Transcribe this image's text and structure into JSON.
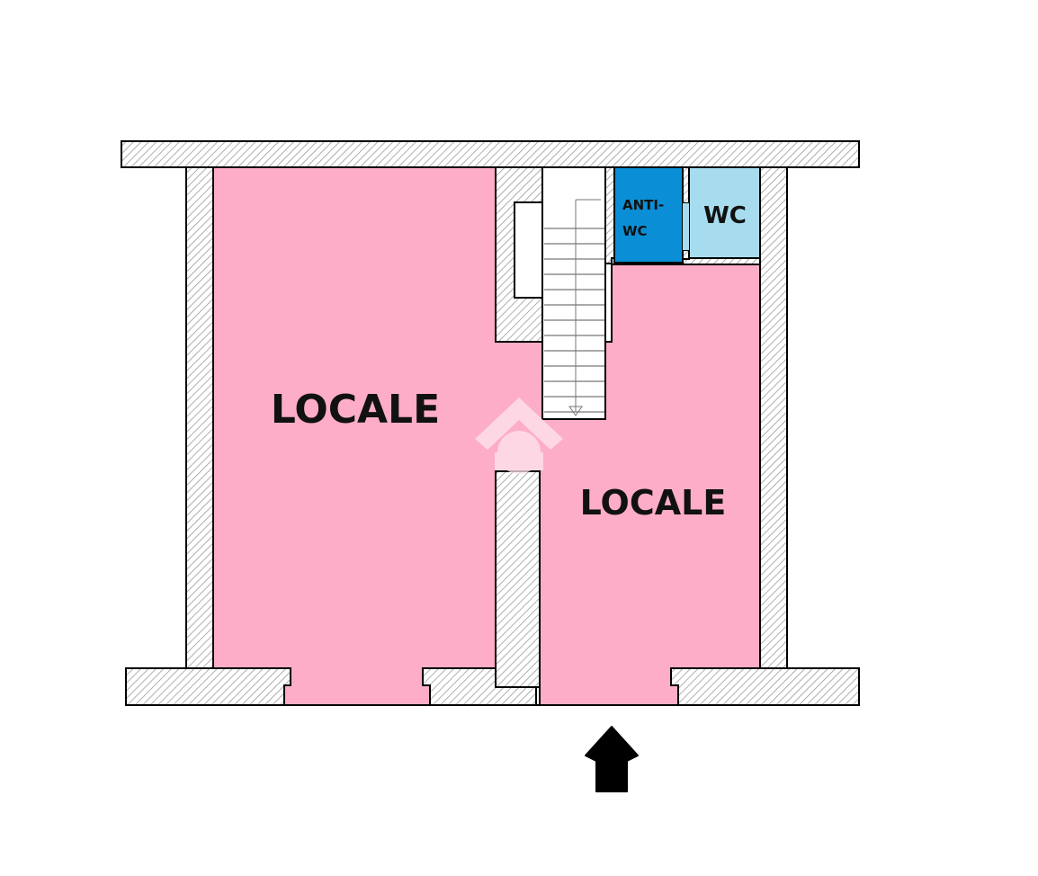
{
  "rooms": {
    "locale_left": "LOCALE",
    "locale_right": "LOCALE",
    "anti_wc_line1": "ANTI-",
    "anti_wc_line2": "WC",
    "wc": "WC"
  },
  "colors": {
    "room_fill": "#fdadc8",
    "anti_wc_fill": "#0a8fd6",
    "wc_fill": "#a6dced",
    "wall_hatch": "#9a9a9a",
    "wall_bg": "#ffffff",
    "line": "#000000",
    "arrow": "#000000"
  },
  "icons": {
    "entrance": "up-arrow-icon",
    "watermark": "house-logo-icon"
  }
}
